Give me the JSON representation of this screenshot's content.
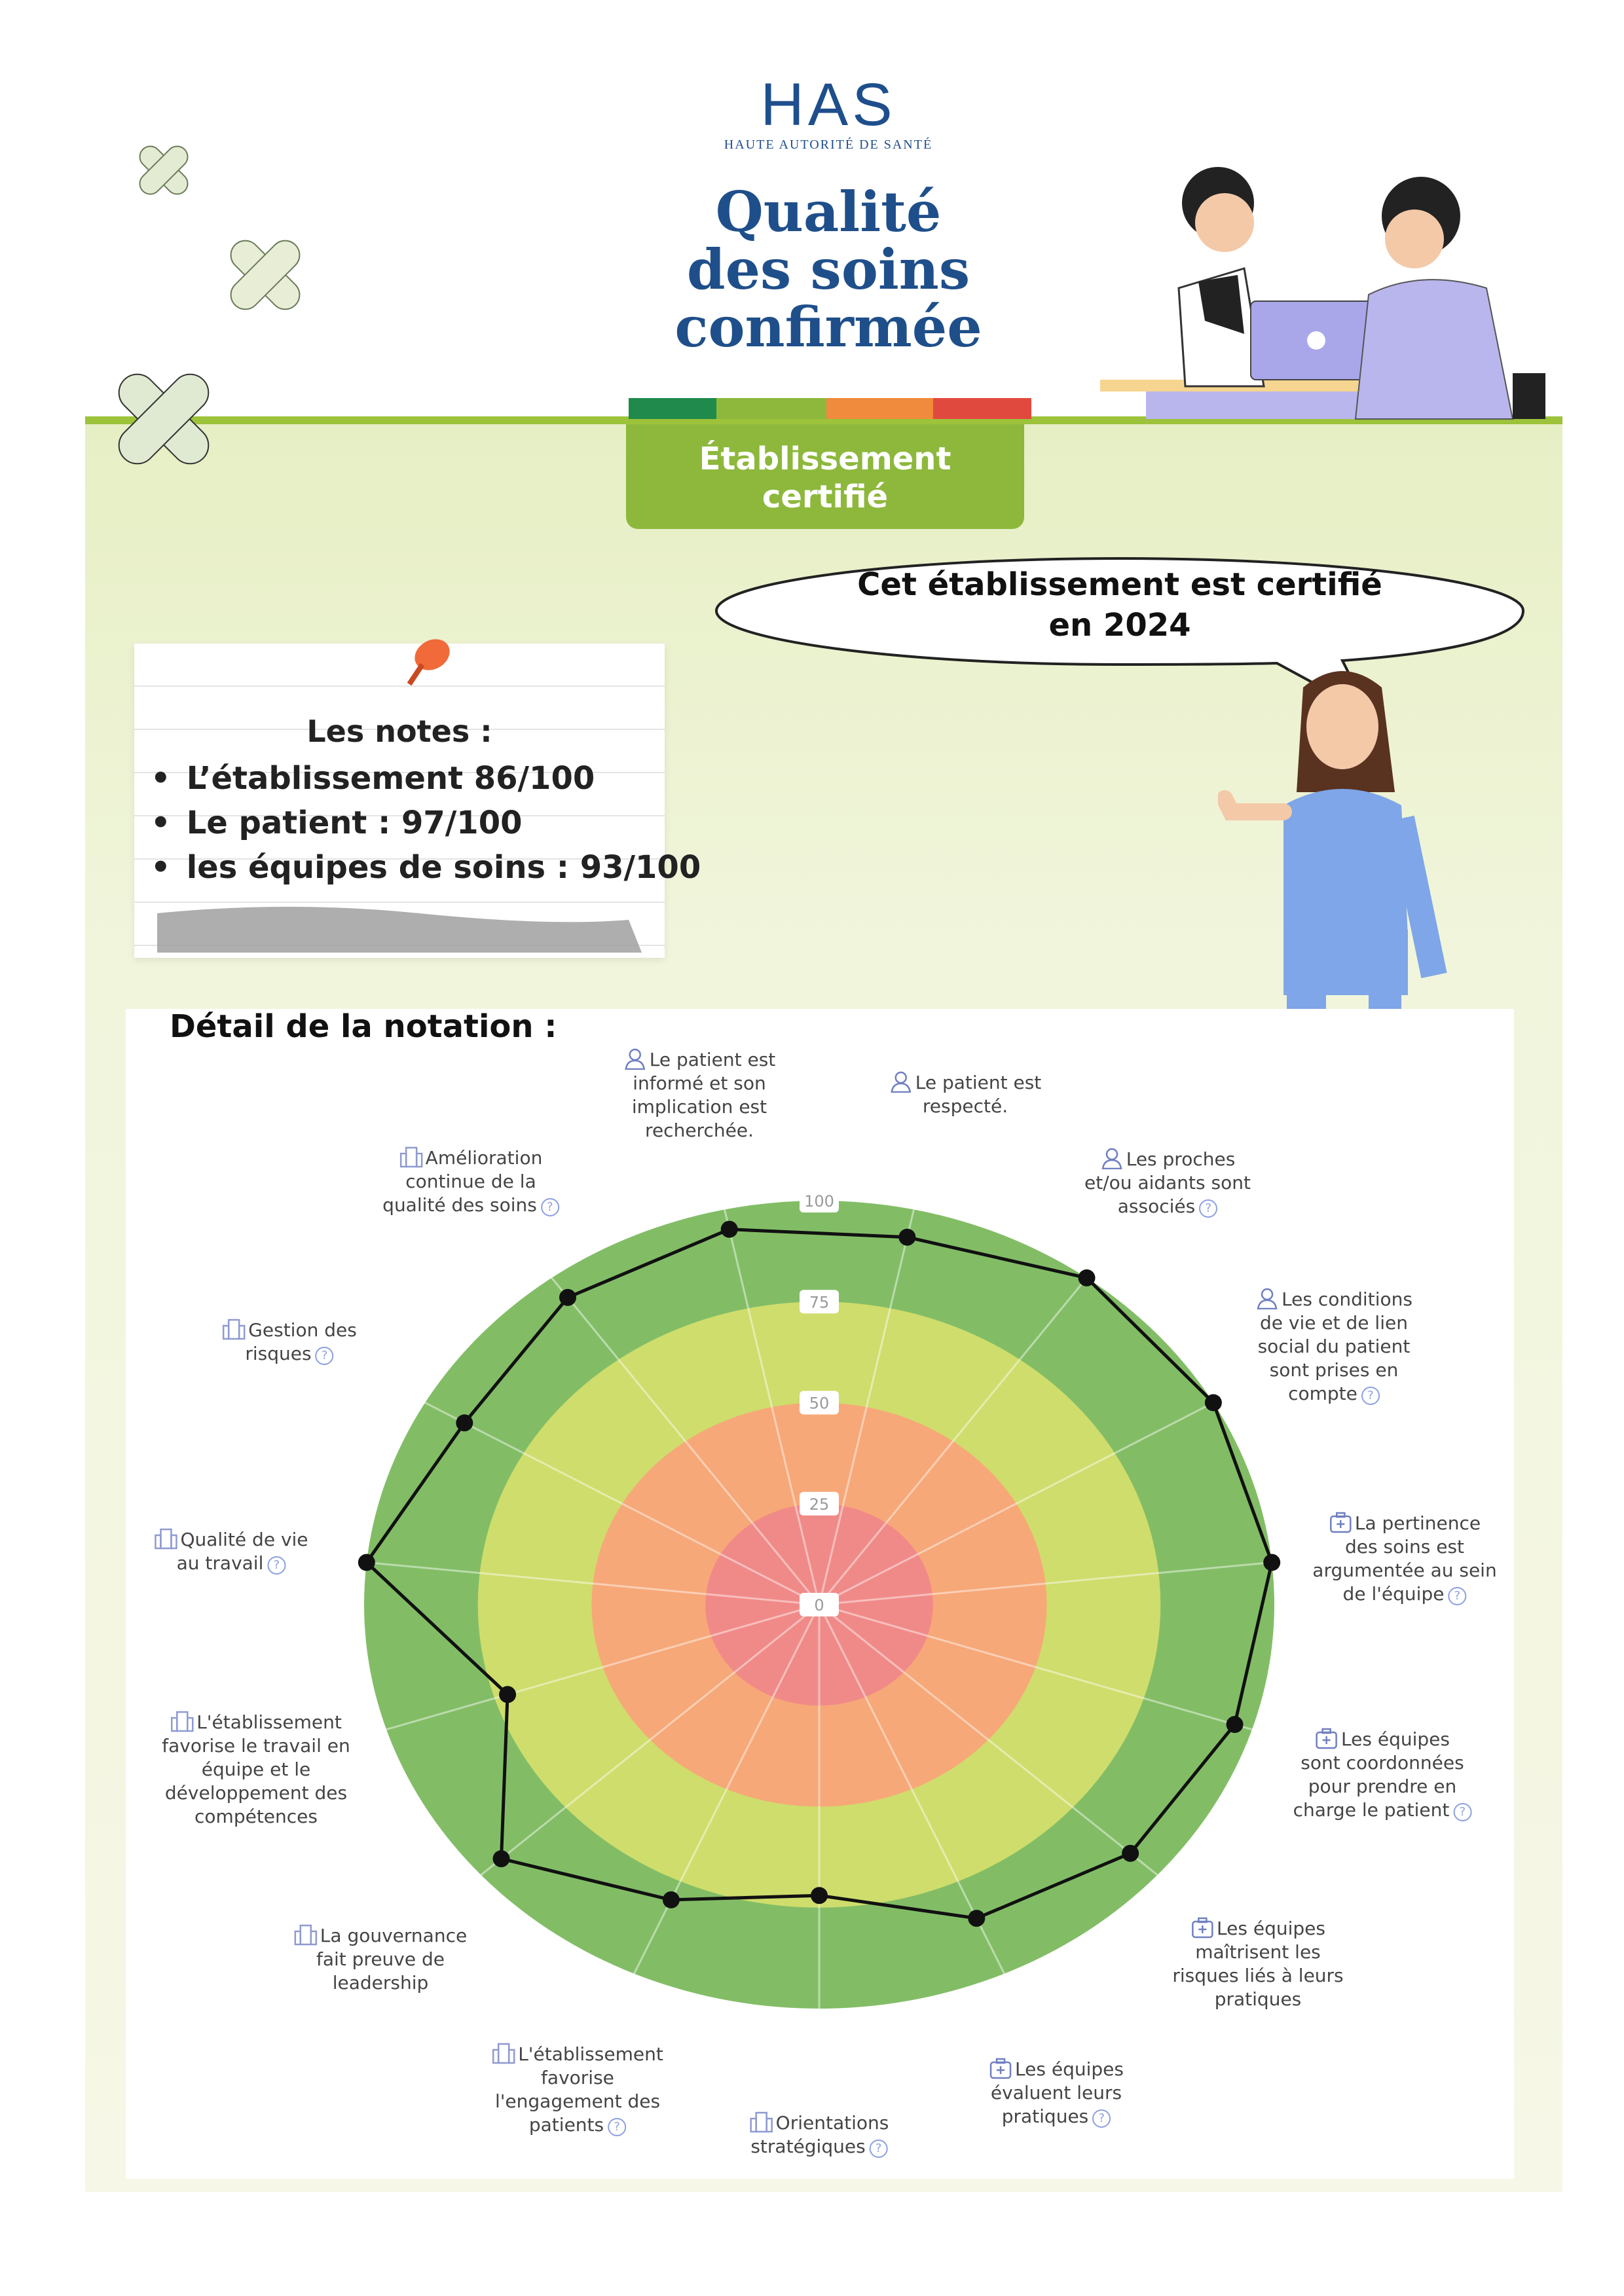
{
  "header": {
    "logo_text": "HAS",
    "logo_subtitle": "HAUTE AUTORITÉ DE SANTÉ",
    "title_lines": [
      "Qualité",
      "des soins",
      "confirmée"
    ],
    "badge_lines": [
      "Établissement",
      "certifié"
    ],
    "tab_colors": [
      "#1f8a4c",
      "#8db83c",
      "#f08a3c",
      "#e04a3e"
    ]
  },
  "bubble": {
    "lines": [
      "Cet établissement est certifié",
      "en 2024"
    ]
  },
  "notes": {
    "title": "Les notes :",
    "items": [
      "L’établissement 86/100",
      "Le patient : 97/100",
      "les équipes de soins : 93/100"
    ]
  },
  "detail_title": "Détail de la notation :",
  "chart_data": {
    "type": "radar",
    "title": "Détail de la notation :",
    "rmin": 0,
    "rmax": 100,
    "ticks": [
      "0",
      "25",
      "50",
      "75",
      "100"
    ],
    "bands": [
      {
        "to": 25,
        "color": "#f08a88"
      },
      {
        "to": 50,
        "color": "#f7a878"
      },
      {
        "to": 75,
        "color": "#cfdd6c"
      },
      {
        "to": 100,
        "color": "#82bd66"
      }
    ],
    "axes": [
      {
        "label": "Le patient est\ninformé et son\nimplication est\nrecherchée.",
        "icon": "user-icon",
        "help": false,
        "value": 95
      },
      {
        "label": "Le patient est\nrespecté.",
        "icon": "user-icon",
        "help": false,
        "value": 93
      },
      {
        "label": "Les proches\net/ou aidants sont\nassociés",
        "icon": "user-icon",
        "help": true,
        "value": 100
      },
      {
        "label": "Les conditions\nde vie et de lien\nsocial du patient\nsont prises en\ncompte",
        "icon": "user-icon",
        "help": true,
        "value": 100
      },
      {
        "label": "La pertinence\ndes soins est\nargumentée au sein\nde l'équipe",
        "icon": "medical-bag-icon",
        "help": true,
        "value": 100
      },
      {
        "label": "Les équipes\nsont coordonnées\npour prendre en\ncharge le patient",
        "icon": "medical-bag-icon",
        "help": true,
        "value": 96
      },
      {
        "label": "Les équipes\nmaîtrisent les\nrisques liés à leurs\npratiques",
        "icon": "medical-bag-icon",
        "help": false,
        "value": 92
      },
      {
        "label": "Les équipes\névaluent leurs\npratiques",
        "icon": "medical-bag-icon",
        "help": true,
        "value": 85
      },
      {
        "label": "Orientations\nstratégiques",
        "icon": "building-icon",
        "help": true,
        "value": 72
      },
      {
        "label": "L'établissement\nfavorise\nl'engagement des\npatients",
        "icon": "building-icon",
        "help": true,
        "value": 80
      },
      {
        "label": "La gouvernance\nfait preuve de\nleadership",
        "icon": "building-icon",
        "help": false,
        "value": 94
      },
      {
        "label": "L'établissement\nfavorise le travail en\néquipe et le\ndéveloppement des\ncompétences",
        "icon": "building-icon",
        "help": false,
        "value": 72
      },
      {
        "label": "Qualité de vie\nau travail",
        "icon": "building-icon",
        "help": true,
        "value": 100
      },
      {
        "label": "Gestion des\nrisques",
        "icon": "building-icon",
        "help": true,
        "value": 90
      },
      {
        "label": "Amélioration\ncontinue de la\nqualité des soins",
        "icon": "building-icon",
        "help": true,
        "value": 94
      }
    ],
    "series_color": "#111111"
  }
}
